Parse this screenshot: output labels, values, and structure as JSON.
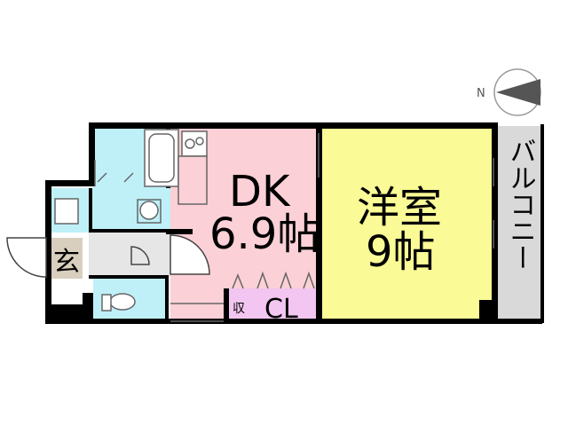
{
  "compass": {
    "label": "N"
  },
  "rooms": {
    "dk": {
      "name": "DK",
      "size": "6.9帖",
      "color": "#fbd0d6"
    },
    "western": {
      "name": "洋室",
      "size": "9帖",
      "color": "#fafa96"
    },
    "balcony": {
      "name": "バルコニー",
      "color": "#d9d9d9"
    },
    "closet": {
      "name": "CL",
      "color": "#f2c6f0"
    },
    "storage": {
      "name": "収",
      "color": "#f2c6f0"
    },
    "entrance": {
      "name": "玄",
      "color": "#d8cfbf"
    },
    "wet_area_color": "#bff0f8",
    "hall_color": "#e6e6e6"
  },
  "colors": {
    "wall": "#000000",
    "fixture_line": "#666666"
  }
}
